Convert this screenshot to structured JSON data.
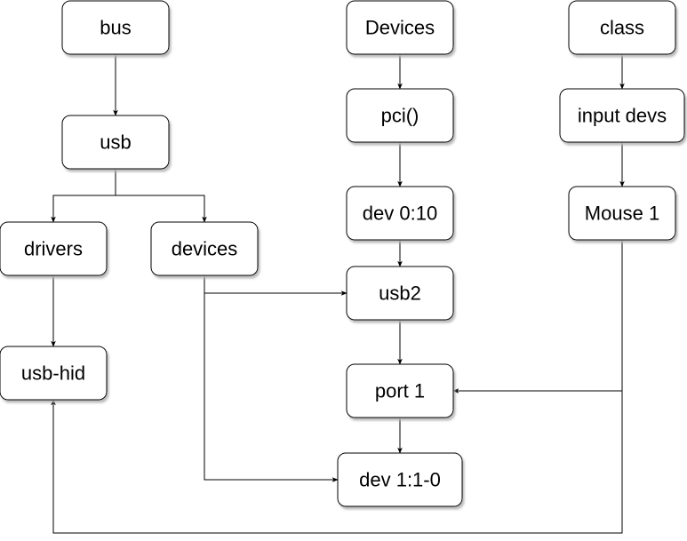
{
  "nodes": {
    "bus": "bus",
    "usb": "usb",
    "drivers": "drivers",
    "devices": "devices",
    "usb_hid": "usb-hid",
    "devices_root": "Devices",
    "pci": "pci()",
    "dev_0_10": "dev 0:10",
    "usb2": "usb2",
    "port_1": "port 1",
    "dev_1_1_0": "dev 1:1-0",
    "class": "class",
    "input_devs": "input devs",
    "mouse_1": "Mouse 1"
  },
  "edges": [
    {
      "from": "bus",
      "to": "usb"
    },
    {
      "from": "usb",
      "to": "drivers"
    },
    {
      "from": "usb",
      "to": "devices"
    },
    {
      "from": "drivers",
      "to": "usb-hid"
    },
    {
      "from": "devices",
      "to": "usb2"
    },
    {
      "from": "devices",
      "to": "dev 1:1-0"
    },
    {
      "from": "Devices",
      "to": "pci()"
    },
    {
      "from": "pci()",
      "to": "dev 0:10"
    },
    {
      "from": "dev 0:10",
      "to": "usb2"
    },
    {
      "from": "usb2",
      "to": "port 1"
    },
    {
      "from": "port 1",
      "to": "dev 1:1-0"
    },
    {
      "from": "class",
      "to": "input devs"
    },
    {
      "from": "input devs",
      "to": "Mouse 1"
    },
    {
      "from": "Mouse 1",
      "to": "port 1"
    },
    {
      "from": "Mouse 1",
      "to": "usb-hid"
    }
  ],
  "colors": {
    "stroke": "#000000",
    "fill": "#ffffff",
    "shadow": "#b3b3b3"
  }
}
